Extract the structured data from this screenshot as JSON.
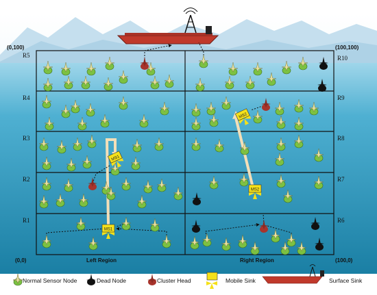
{
  "corners": {
    "top_left": "(0,100)",
    "top_right": "(100,100)",
    "bottom_left": "(0,0)",
    "bottom_right": "(100,0)"
  },
  "regions_left": [
    "R5",
    "R4",
    "R3",
    "R2",
    "R1"
  ],
  "regions_right": [
    "R10",
    "R9",
    "R8",
    "R7",
    "R6"
  ],
  "sides": {
    "left": "Left Region",
    "right": "Right Region"
  },
  "mobile_sinks": [
    "MS1",
    "MS1",
    "MS2",
    "MS2"
  ],
  "legend": {
    "normal": "Normal Sensor Node",
    "dead": "Dead Node",
    "cluster": "Cluster Head",
    "mobile": "Mobile Sink",
    "surface": "Surface Sink"
  },
  "colors": {
    "sky": "#d7ecf7",
    "sea_top": "#5fb8d6",
    "sea_bottom": "#1f86a8",
    "normal_node": "#7cc142",
    "cluster_head": "#a8342c",
    "dead_node": "#111111",
    "mobile_sink": "#f5e11a",
    "ship": "#c0392b",
    "path": "#f3dfb8"
  }
}
